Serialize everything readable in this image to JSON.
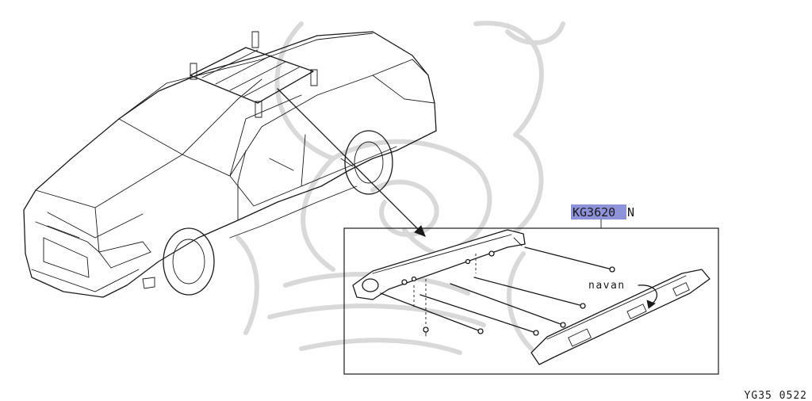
{
  "diagram": {
    "part_number_highlighted": "KG3620",
    "part_number_suffix": "N",
    "orientation_label": "navan",
    "figure_code": "YG35 0522"
  }
}
